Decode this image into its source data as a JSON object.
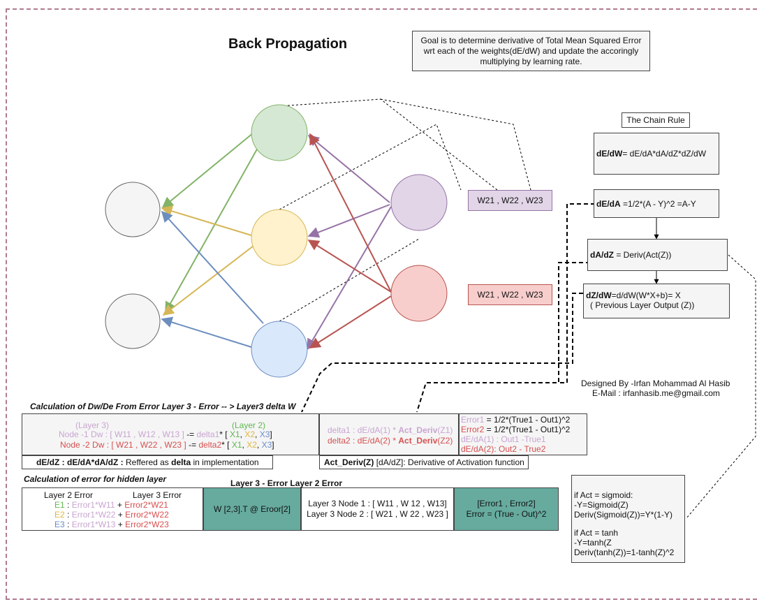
{
  "title": "Back Propagation",
  "goal": "Goal is to determine derivative of Total Mean Squared Error wrt each of the weights(dE/dW) and update the accoringly multiplying by learning rate.",
  "chain_rule": {
    "heading": "The Chain Rule",
    "de_dw_bold": "dE/dW",
    "de_dw_rest": "= dE/dA*dA/dZ*dZ/dW",
    "de_da_bold": "dE/dA",
    "de_da_rest": " =1/2*(A - Y)^2 =A-Y",
    "da_dz_bold": "dA/dZ",
    "da_dz_rest": " = Deriv(Act(Z))",
    "dz_dw_bold": "dZ/dW",
    "dz_dw_rest": "=d/dW(W*X+b)= X",
    "dz_dw_line2": "( Previous Layer Output (Z))"
  },
  "weights_purple": "W21 , W22 , W23",
  "weights_red": "W21 , W22 , W23",
  "designer": {
    "line1": "Designed By  -Irfan Mohammad Al Hasib",
    "line2": "E-Mail : irfanhasib.me@gmail.com"
  },
  "calc_dw": {
    "heading": "Calculation of Dw/De From Error  Layer 3 - Error -- > Layer3 delta W",
    "layer3": "(Layer 3)",
    "layer2": "(Layer 2)",
    "row1_left": "Node -1 Dw : [ W11 , W12  , W13 ]",
    "row1_mid": "-=",
    "row1_delta": "delta1",
    "row1_star": "* [",
    "row2_left": "Node -2 Dw : [ W21 , W22 , W23 ]",
    "row2_mid": "-=",
    "row2_delta": "delta2",
    "row2_star": "* [",
    "x1": "X1",
    "x2": "X2",
    "x3": "X3",
    "comma": ",",
    "close": "]",
    "delta1_a": "delta1 : dE/dA(1) * ",
    "delta1_b": "Act_Deriv",
    "delta1_c": "(Z1)",
    "delta2_a": "delta2 : dE/dA(2) * ",
    "delta2_b": "Act_Deriv",
    "delta2_c": "(Z2)",
    "err1_label": "Error1",
    "err1_rest": " = 1/2*(True1 - Out1)^2",
    "err2_label": "Error2",
    "err2_rest": " = 1/2*(True1 - Out1)^2",
    "deda1": "dE/dA(1) : Out1 -True1",
    "deda2": "dE/dA(2): Out2 - True2",
    "dedz_bold": "dE/dZ : dE/dA*dA/dZ :",
    "dedz_rest": " Reffered as ",
    "dedz_delta": "delta",
    "dedz_tail": " in implementation",
    "act_bold": "Act_Deriv(Z)",
    "act_rest": " [dA/dZ]: Derivative of Activation function"
  },
  "hidden": {
    "heading": "Calculation of error for hidden layer",
    "header_center": "Layer 3 - Error Layer 2 Error",
    "col_l2": "Layer 2 Error",
    "col_l3": "Layer 3 Error",
    "e1": "E1",
    "e2": "E2",
    "e3": "E3",
    "colon": " : ",
    "e1_a": "Error1*W11",
    "e1_b": "Error2*W21",
    "e2_a": "Error1*W22",
    "e2_b": "Error2*W22",
    "e3_a": "Error1*W13",
    "e3_b": "Error2*W23",
    "plus": " + ",
    "matmul": "W [2,3].T @ Eroor[2]",
    "node1": "Layer 3 Node 1 : [ W11 , W 12  ,  W13]",
    "node2": "Layer 3 Node 2 : [ W21 , W 22 , W23 ]",
    "errvec": "[Error1 , Error2]",
    "errform": "Error = (True - Out)^2"
  },
  "activation": {
    "l1": "if Act = sigmoid:",
    "l2": "-Y=Sigmoid(Z)",
    "l3": "Deriv(Sigmoid(Z))=Y*(1-Y)",
    "l4": "if Act = tanh",
    "l5": "-Y=tanh(Z",
    "l6": "Deriv(tanh(Z))=1-tanh(Z)^2"
  },
  "colors": {
    "green_fill": "#d5e8d4",
    "green_stroke": "#82b366",
    "yellow_fill": "#fff2cc",
    "yellow_stroke": "#d6b656",
    "blue_fill": "#dae8fc",
    "blue_stroke": "#6c8ebf",
    "purple_fill": "#e1d5e7",
    "purple_stroke": "#9673a6",
    "red_fill": "#f8cecc",
    "red_stroke": "#b85450",
    "teal_fill": "#67ab9f"
  }
}
